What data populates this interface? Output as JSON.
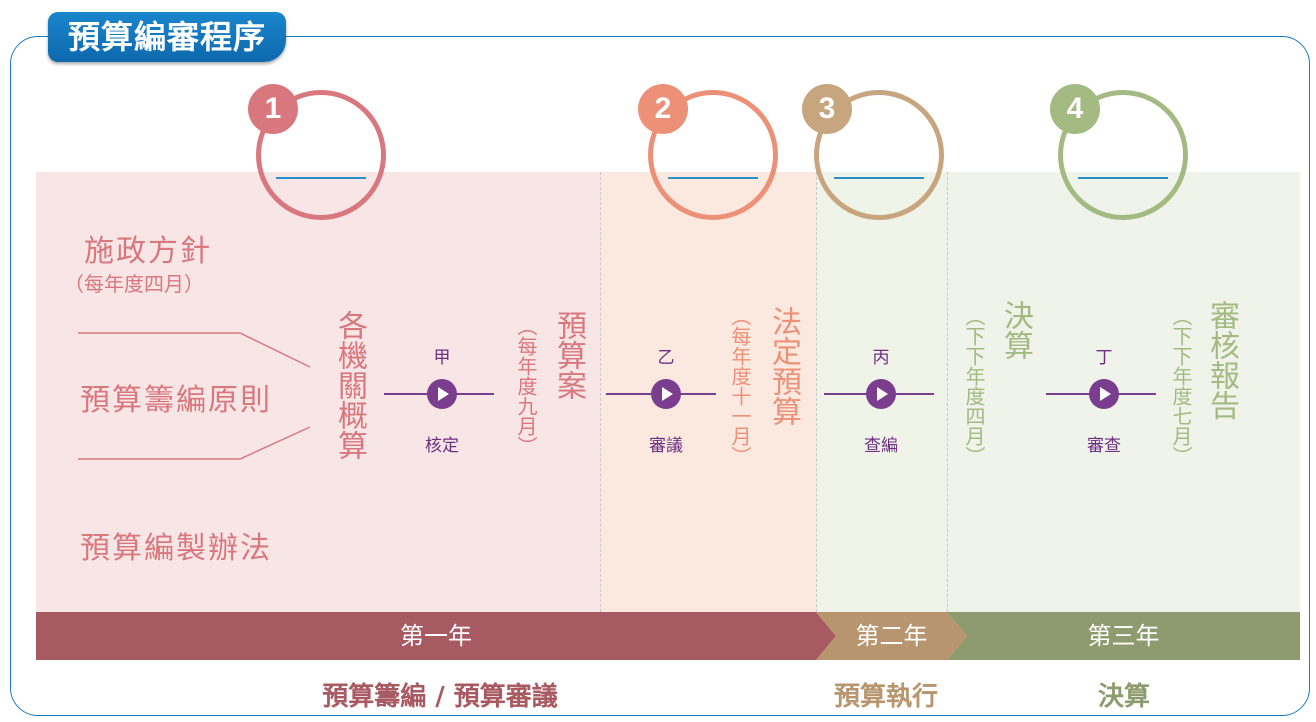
{
  "title": "預算編審程序",
  "steps": [
    "1",
    "2",
    "3",
    "4"
  ],
  "left_items": {
    "policy": "施政方針",
    "policy_note": "（每年度四月）",
    "principle": "預算籌編原則",
    "method": "預算編製辦法"
  },
  "documents": {
    "agency_estimate": "各機關概算",
    "budget_draft": "預算案",
    "budget_draft_note": "（每年度九月）",
    "legal_budget": "法定預算",
    "legal_budget_note": "（每年度十一月）",
    "final_account": "決算",
    "final_account_note": "（下下年度四月）",
    "audit_report": "審核報告",
    "audit_report_note": "（下下年度七月）"
  },
  "actions": [
    {
      "code": "甲",
      "label": "核定"
    },
    {
      "code": "乙",
      "label": "審議"
    },
    {
      "code": "丙",
      "label": "查編"
    },
    {
      "code": "丁",
      "label": "審查"
    }
  ],
  "years": {
    "first": "第一年",
    "second": "第二年",
    "third": "第三年"
  },
  "phases": {
    "budget": "預算籌編 / 預算審議",
    "execution": "預算執行",
    "final": "決算"
  },
  "colors": {
    "title_blue": "#1177be",
    "frame_blue": "#1b7bbf",
    "step1": "#d9777f",
    "step2": "#ec9077",
    "step3": "#c7a57f",
    "step4": "#a3bb82",
    "action_purple": "#7b3e8f",
    "year1": "#a85a62",
    "year2": "#b7956f",
    "year3": "#8e9b6f"
  },
  "icons": [
    "play-icon"
  ]
}
